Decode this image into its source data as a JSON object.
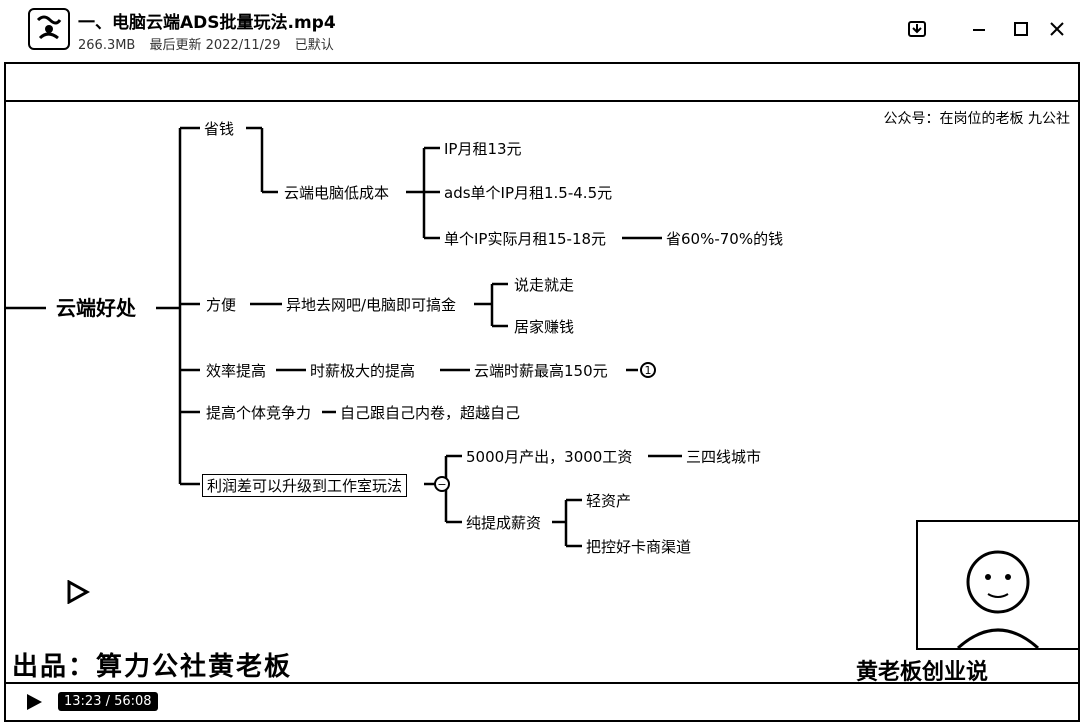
{
  "window": {
    "title": "一、电脑云端ADS批量玩法.mp4",
    "size": "266.3MB",
    "updated": "最后更新 2022/11/29",
    "status": "已默认"
  },
  "video": {
    "watermark_top": "公众号：在岗位的老板    九公社",
    "root": "云端好处",
    "nodes": {
      "cost_parent": "省钱",
      "cost": "云端电脑低成本",
      "ip_monthly": "IP月租13元",
      "ads_ip": "ads单个IP月租1.5-4.5元",
      "single_ip": "单个IP实际月租15-18元",
      "save": "省60%-70%的钱",
      "convenient": "方便",
      "remote": "异地去网吧/电脑即可搞金",
      "walk": "说走就走",
      "home": "居家赚钱",
      "efficiency": "效率提高",
      "time_boost": "时薪极大的提高",
      "cloud_hourly": "云端时薪最高150元",
      "compete": "提高个体竞争力",
      "self_inner": "自己跟自己内卷，超越自己",
      "profit": "利润差可以升级到工作室玩法",
      "output": "5000月产出，3000工资",
      "city": "三四线城市",
      "pure": "纯提成薪资",
      "light": "轻资产",
      "card": "把控好卡商渠道"
    },
    "expander_label": "1",
    "brand_bottom": "出品：算力公社黄老板",
    "brand_right": "黄老板创业说",
    "time": "13:23 / 56:08"
  }
}
